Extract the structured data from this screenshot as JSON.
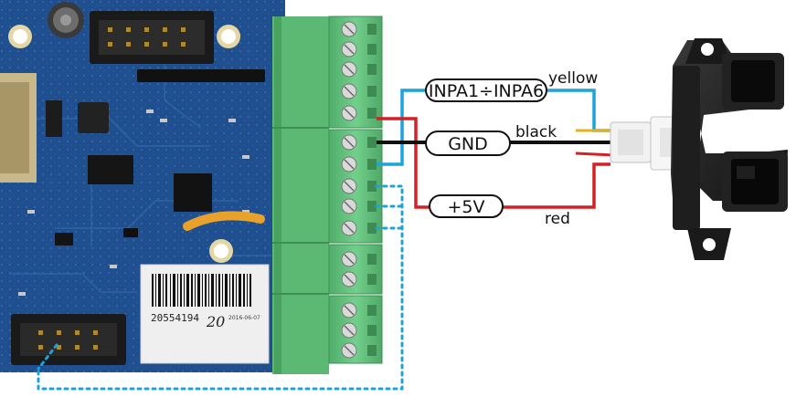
{
  "labels": {
    "signal": "INPA1÷INPA6",
    "gnd": "GND",
    "power": "+5V"
  },
  "wires": {
    "signal": "yellow",
    "gnd": "black",
    "power": "red"
  },
  "board": {
    "barcode_number": "20554194",
    "date_code": "2016-06-07",
    "handwritten": "20"
  },
  "colors": {
    "pcb": "#1f4f8f",
    "terminal": "#5fbf7a",
    "wire_blue": "#1ca3dc",
    "wire_red": "#d32027",
    "wire_black": "#111111",
    "sensor": "#1b1b1b"
  }
}
